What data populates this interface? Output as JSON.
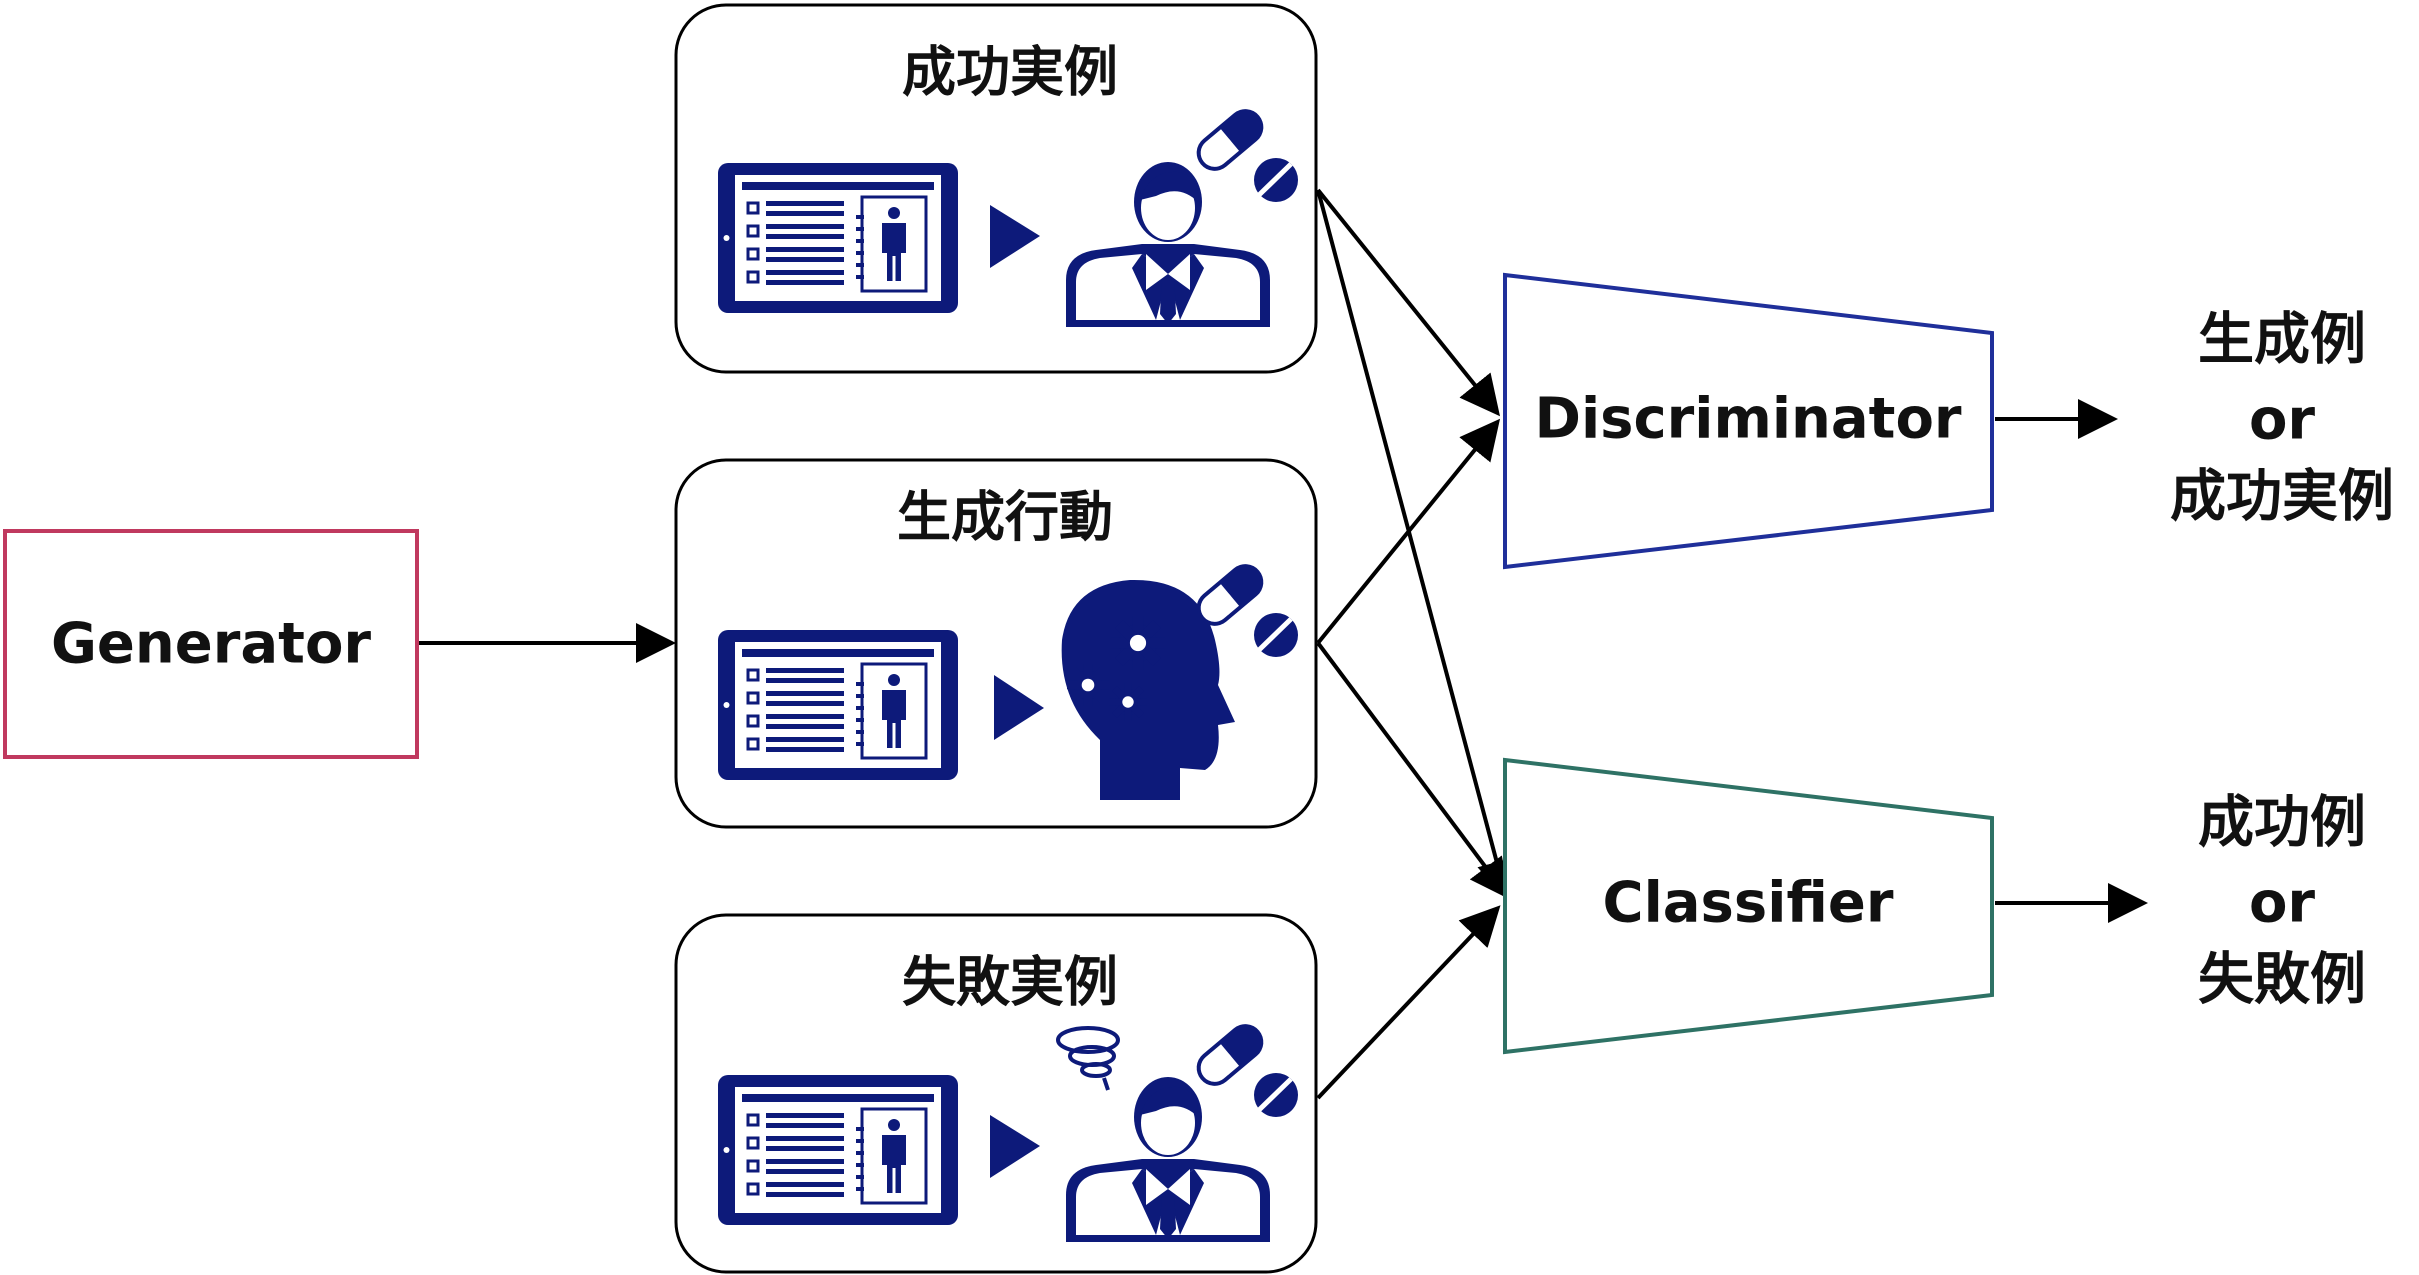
{
  "generator": {
    "label": "Generator"
  },
  "panels": [
    {
      "title": "成功実例",
      "title_color": "#111111",
      "subject": "doctor"
    },
    {
      "title": "生成行動",
      "title_color": "#111111",
      "subject": "gear-head"
    },
    {
      "title": "失敗実例",
      "title_color": "#c0395f",
      "subject": "confused-doctor"
    }
  ],
  "discriminator": {
    "label": "Discriminator",
    "output_lines": [
      "生成例",
      "or",
      "成功実例"
    ]
  },
  "classifier": {
    "label": "Classifier",
    "output_lines": [
      "成功例",
      "or",
      "失敗例"
    ]
  },
  "colors": {
    "generator_border": "#c0395f",
    "discriminator_border": "#1f2f9a",
    "classifier_border": "#2e7265",
    "icon": "#0d1a7a",
    "arrow": "#000000"
  }
}
